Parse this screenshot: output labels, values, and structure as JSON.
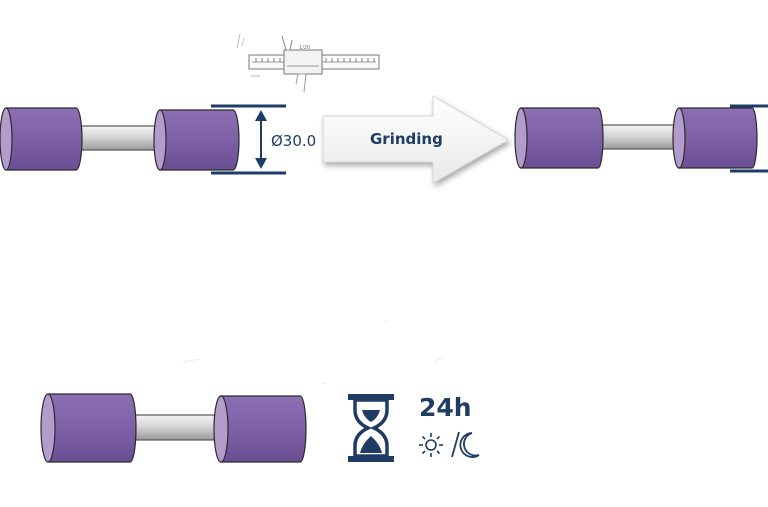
{
  "process": {
    "step_label": "Grinding",
    "dimension_label": "Ø30.0",
    "duration_label": "24h"
  },
  "icons": {
    "measuring_tool": "caliper-icon",
    "duration": "hourglass-icon",
    "day": "sun-icon",
    "night": "moon-icon"
  },
  "colors": {
    "roller": "#7e60a6",
    "roller_face": "#b39ccc",
    "accent": "#1e3c64",
    "axle": "#d0d0d0"
  }
}
